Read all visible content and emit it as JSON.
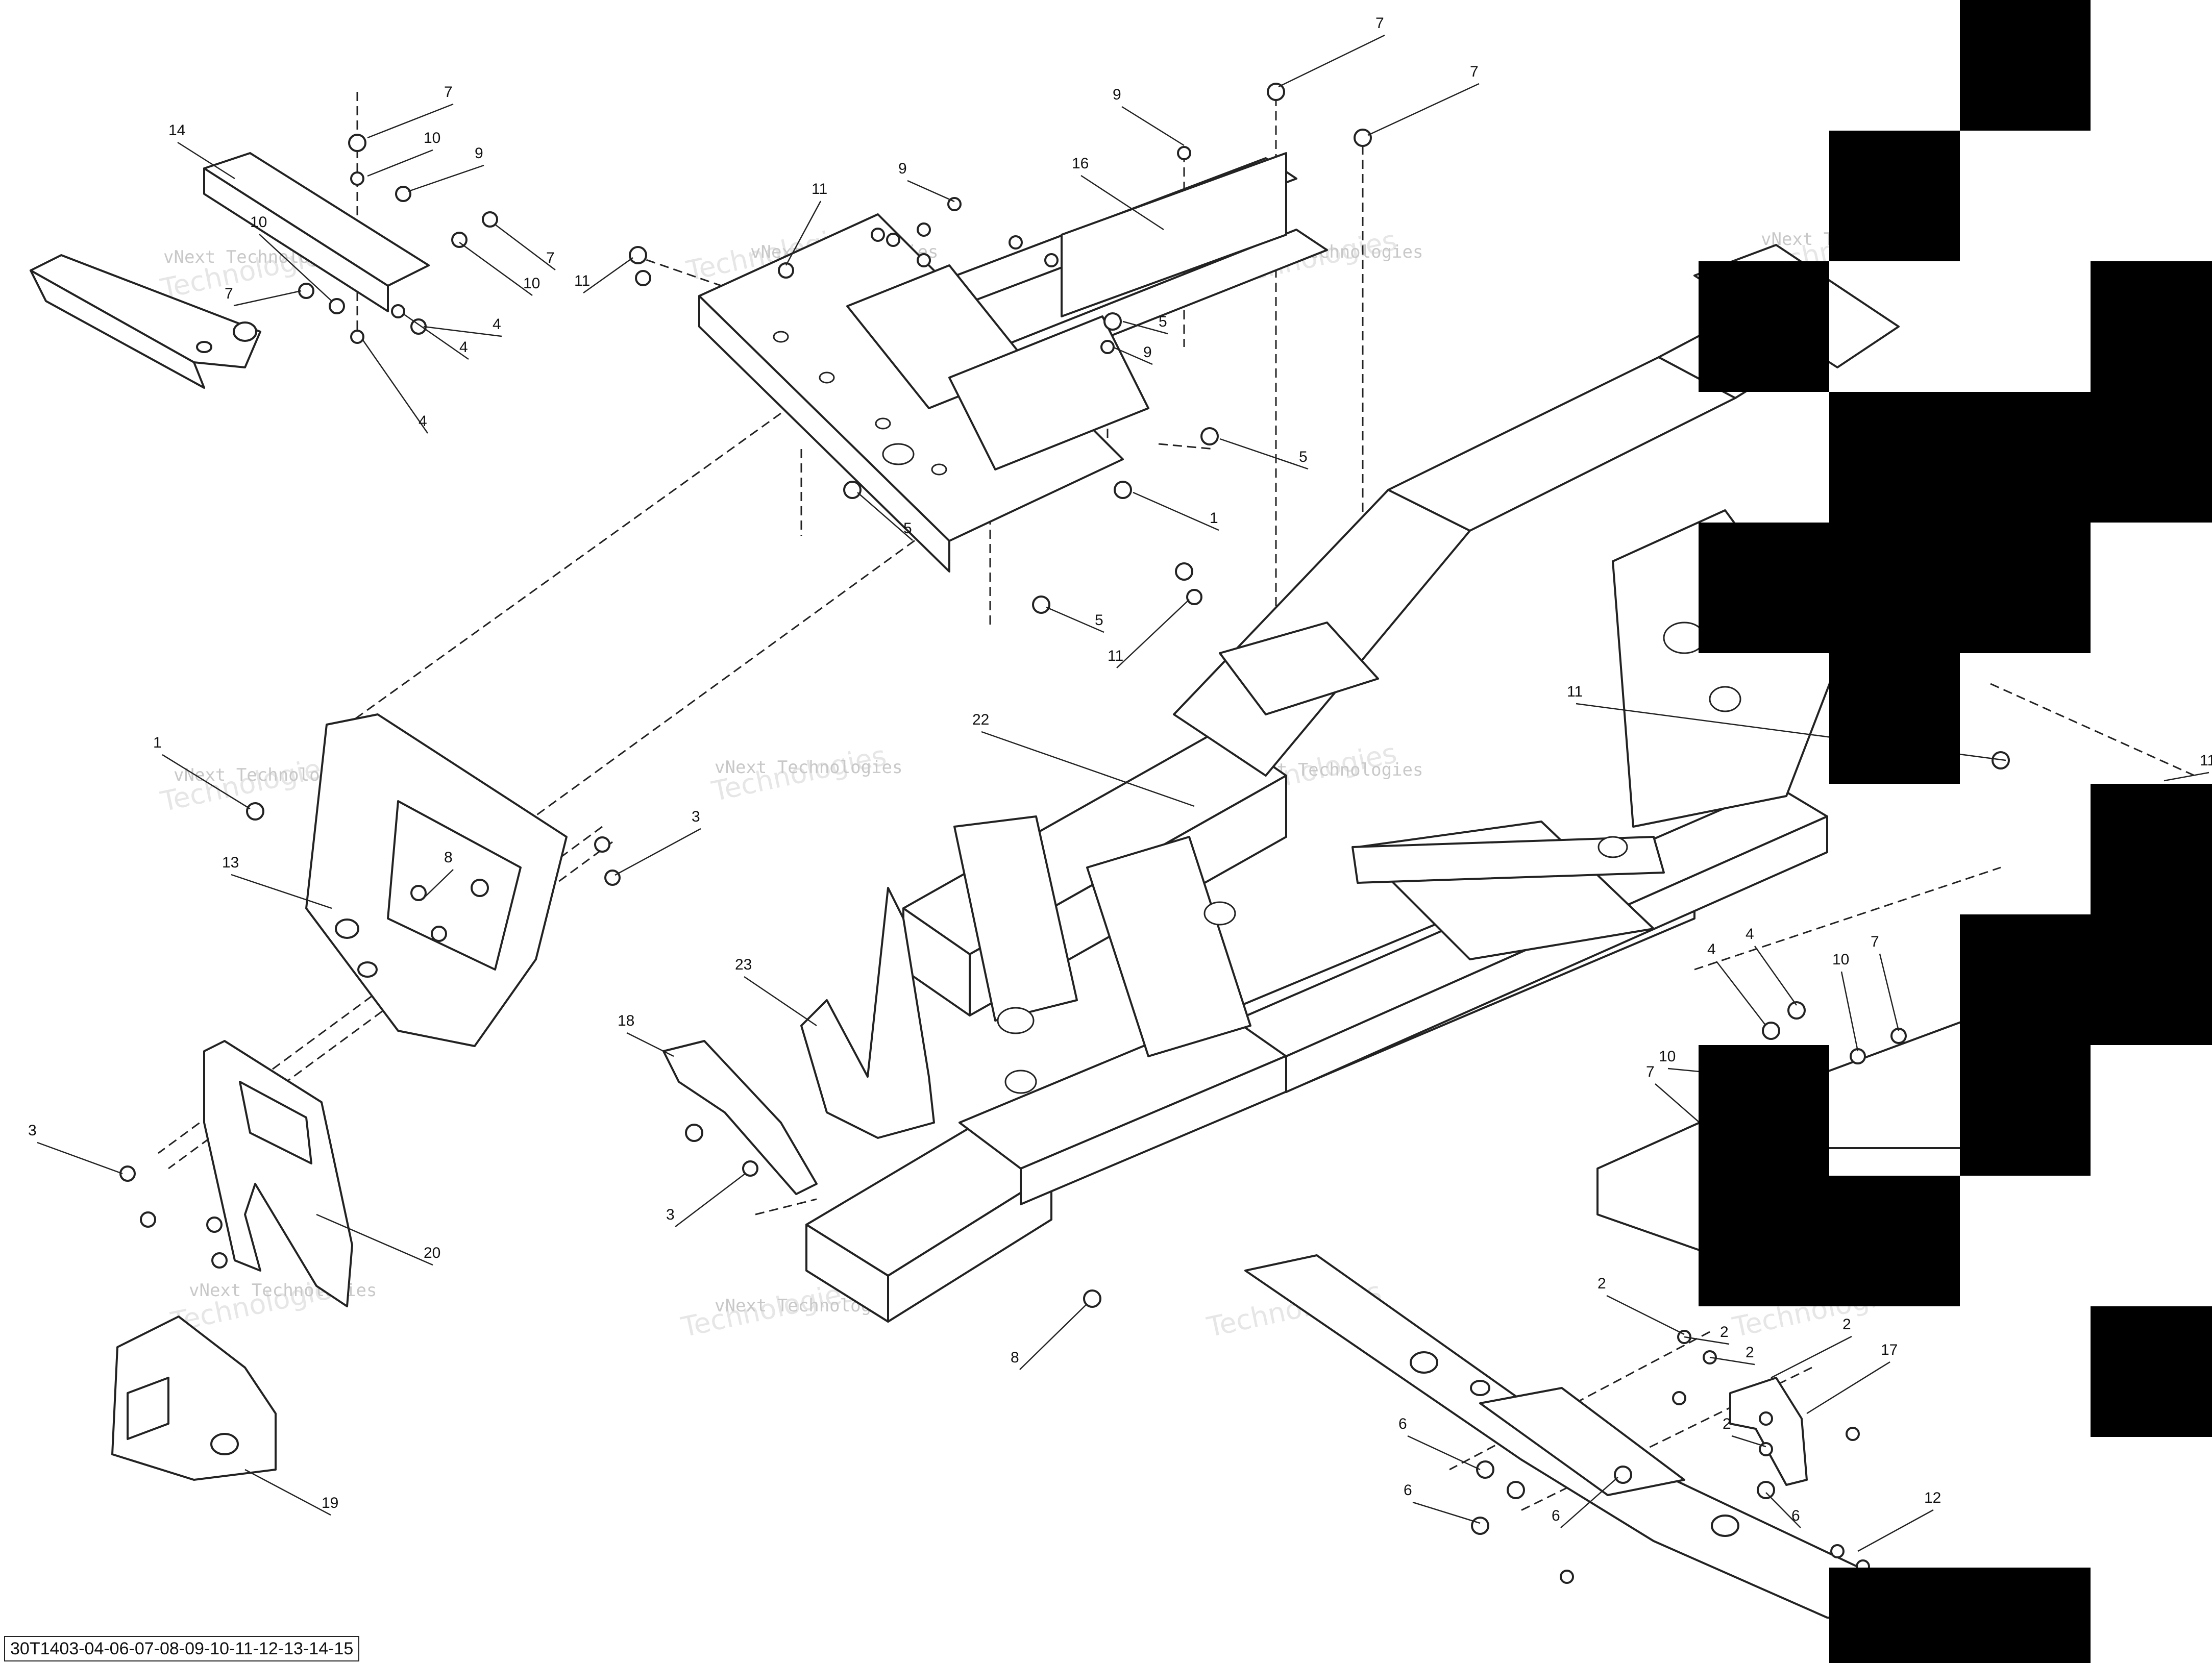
{
  "callouts": [
    {
      "id": "c1a",
      "text": "7"
    },
    {
      "id": "c1b",
      "text": "7"
    },
    {
      "id": "c1c",
      "text": "7"
    },
    {
      "id": "c1d",
      "text": "9"
    },
    {
      "id": "c1e",
      "text": "16"
    },
    {
      "id": "c1f",
      "text": "14"
    },
    {
      "id": "c1g",
      "text": "10"
    },
    {
      "id": "c1h",
      "text": "9"
    },
    {
      "id": "c1i",
      "text": "11"
    },
    {
      "id": "c1j",
      "text": "9"
    },
    {
      "id": "c1k",
      "text": "7"
    },
    {
      "id": "c1l",
      "text": "10"
    },
    {
      "id": "c1m",
      "text": "10"
    },
    {
      "id": "c1n",
      "text": "7"
    },
    {
      "id": "c1o",
      "text": "11"
    },
    {
      "id": "c1p",
      "text": "4"
    },
    {
      "id": "c1q",
      "text": "4"
    },
    {
      "id": "c1r",
      "text": "4"
    },
    {
      "id": "c1s",
      "text": "5"
    },
    {
      "id": "c1t",
      "text": "9"
    },
    {
      "id": "c1u",
      "text": "5"
    },
    {
      "id": "c1v",
      "text": "1"
    },
    {
      "id": "c1w",
      "text": "5"
    },
    {
      "id": "c1x",
      "text": "5"
    },
    {
      "id": "c1y",
      "text": "11"
    },
    {
      "id": "c2a",
      "text": "11"
    },
    {
      "id": "c2b",
      "text": "11"
    },
    {
      "id": "c2c",
      "text": "22"
    },
    {
      "id": "c2d",
      "text": "1"
    },
    {
      "id": "c2e",
      "text": "3"
    },
    {
      "id": "c2f",
      "text": "13"
    },
    {
      "id": "c2g",
      "text": "8"
    },
    {
      "id": "c2h",
      "text": "23"
    },
    {
      "id": "c2i",
      "text": "18"
    },
    {
      "id": "c2j",
      "text": "3"
    },
    {
      "id": "c2k",
      "text": "20"
    },
    {
      "id": "c2l",
      "text": "3"
    },
    {
      "id": "c2m",
      "text": "19"
    },
    {
      "id": "c2n",
      "text": "8"
    },
    {
      "id": "c3a",
      "text": "4"
    },
    {
      "id": "c3b",
      "text": "4"
    },
    {
      "id": "c3c",
      "text": "10"
    },
    {
      "id": "c3d",
      "text": "7"
    },
    {
      "id": "c3e",
      "text": "10"
    },
    {
      "id": "c3f",
      "text": "7"
    },
    {
      "id": "c3g",
      "text": "2"
    },
    {
      "id": "c3h",
      "text": "2"
    },
    {
      "id": "c3i",
      "text": "2"
    },
    {
      "id": "c3j",
      "text": "17"
    },
    {
      "id": "c3k",
      "text": "2"
    },
    {
      "id": "c3l",
      "text": "2"
    },
    {
      "id": "c3m",
      "text": "6"
    },
    {
      "id": "c3n",
      "text": "6"
    },
    {
      "id": "c3o",
      "text": "6"
    },
    {
      "id": "c3p",
      "text": "6"
    },
    {
      "id": "c3q",
      "text": "12"
    }
  ],
  "watermark": {
    "line1": "vNext Technologies",
    "line2": "Technologies"
  },
  "reference_code": "30T1403-04-06-07-08-09-10-11-12-13-14-15"
}
